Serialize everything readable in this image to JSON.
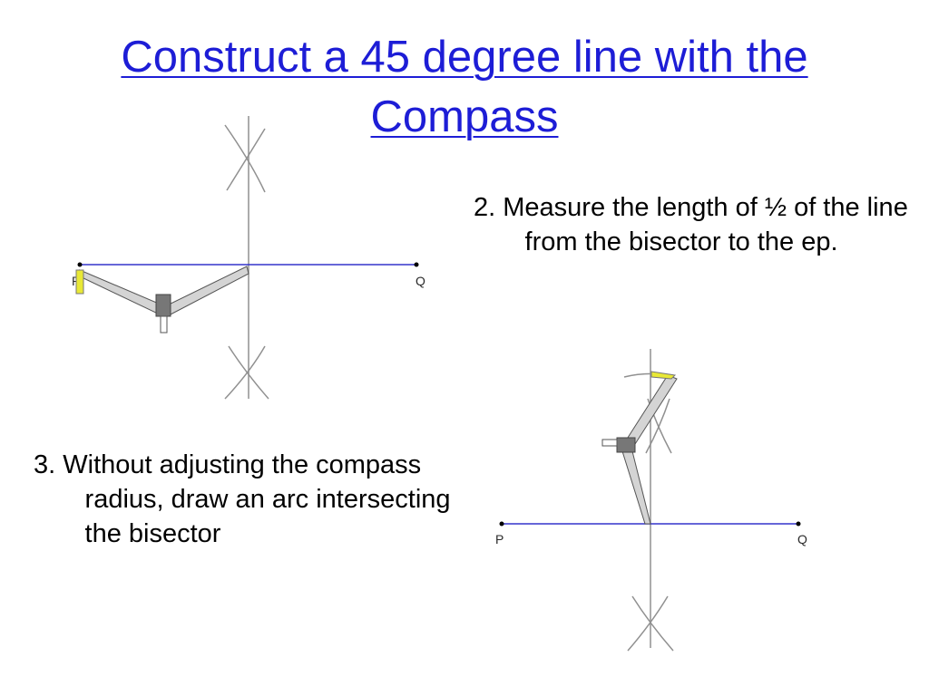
{
  "slide": {
    "title": "Construct a 45 degree line with the Compass",
    "steps": [
      {
        "number": "2.",
        "text": "Measure the length of ½ of the line from the bisector to the ep."
      },
      {
        "number": "3.",
        "text": "Without adjusting the compass radius, draw an arc intersecting the bisector"
      }
    ]
  },
  "diagrams": {
    "top": {
      "point_labels": [
        "P",
        "Q"
      ]
    },
    "bottom": {
      "point_labels": [
        "P",
        "Q"
      ]
    }
  },
  "colors": {
    "title": "#1d1dd6",
    "segment": "#3333cc",
    "construction": "#909090",
    "compass_fill": "#d4d4d4",
    "compass_pencil": "#e8e836"
  }
}
